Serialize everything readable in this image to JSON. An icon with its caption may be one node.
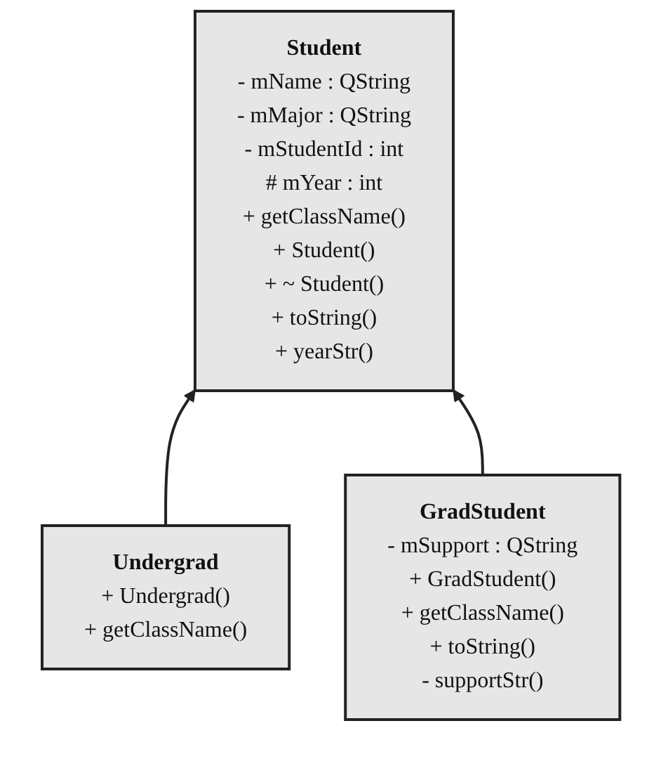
{
  "diagram": {
    "nodes": [
      {
        "text": [
          "Student",
          "- mName : QString",
          "- mMajor : QString",
          "- mStudentId : int",
          "# mYear : int",
          "+ getClassName()",
          "+ Student()",
          "+ ~ Student()",
          "+ toString()",
          "+ yearStr()"
        ]
      },
      {
        "text": [
          "Undergrad",
          "+ Undergrad()",
          "+ getClassName()"
        ]
      },
      {
        "text": [
          "GradStudent",
          "- mSupport : QString",
          "+ GradStudent()",
          "+ getClassName()",
          "+ toString()",
          "- supportStr()"
        ]
      }
    ],
    "edges": [
      {
        "from": 1,
        "to": 0,
        "arrow": "to"
      },
      {
        "from": 2,
        "to": 0,
        "arrow": "to"
      }
    ]
  }
}
